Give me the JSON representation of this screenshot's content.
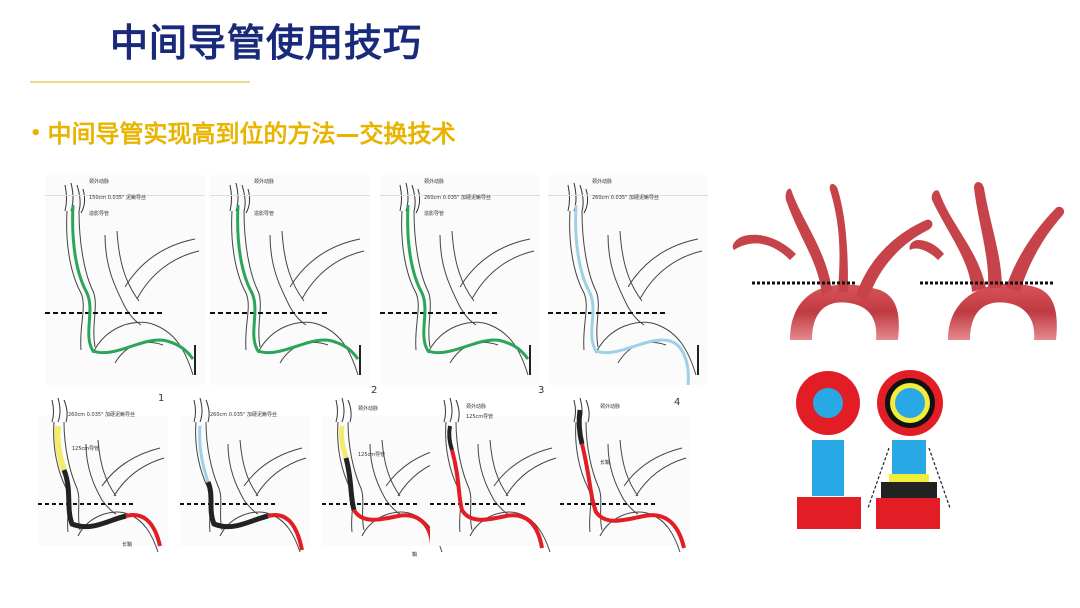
{
  "slide": {
    "title": "中间导管使用技巧",
    "bullet": "中间导管实现高到位的方法—交换技术"
  },
  "figure": {
    "step_numbers": [
      "1",
      "2",
      "3",
      "4"
    ],
    "tiny_labels": {
      "artery": "颈外动脉",
      "wire_150": "150cm 0.035\" 泥鳅导丝",
      "catheter": "造影导管",
      "wire_260": "260cm 0.035\" 加硬泥鳅导丝",
      "guide_125": "125cm导管",
      "sheath": "鞘",
      "long_sheath": "长鞘"
    }
  },
  "colors": {
    "title": "#1a2a7a",
    "bullet": "#e8b400",
    "green_wire": "#2aa55a",
    "blue_wire": "#9fd0e6",
    "red": "#e31d25",
    "yellow": "#f2ec6a",
    "black": "#222222",
    "aorta": "#c7434a"
  }
}
